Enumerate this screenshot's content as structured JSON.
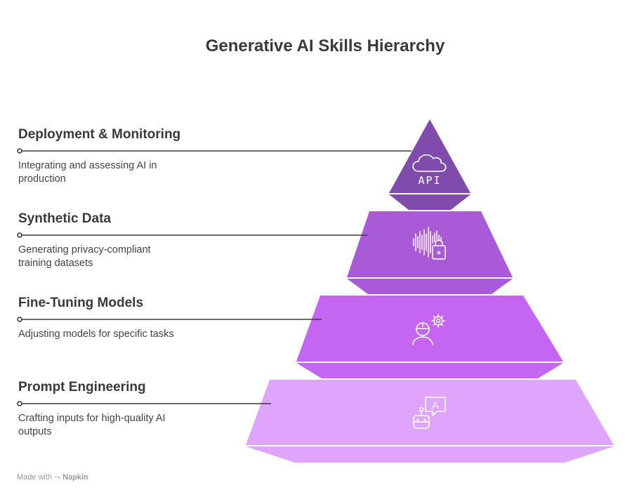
{
  "title": "Generative AI Skills Hierarchy",
  "levels": [
    {
      "name": "Deployment & Monitoring",
      "description": "Integrating and assessing AI in production",
      "icon": "cloud-api-icon",
      "icon_text": "API",
      "color": "#7f4bad"
    },
    {
      "name": "Synthetic Data",
      "description": "Generating privacy-compliant training datasets",
      "icon": "soundwave-lock-icon",
      "color": "#a95ad6"
    },
    {
      "name": "Fine-Tuning Models",
      "description": "Adjusting models for specific tasks",
      "icon": "engineer-gear-icon",
      "color": "#c466f2"
    },
    {
      "name": "Prompt Engineering",
      "description": "Crafting inputs for high-quality AI outputs",
      "icon": "robot-speech-icon",
      "icon_text": "A",
      "color": "#dfa4fc"
    }
  ],
  "footer": {
    "prefix": "Made with",
    "brand": "Napkin"
  }
}
